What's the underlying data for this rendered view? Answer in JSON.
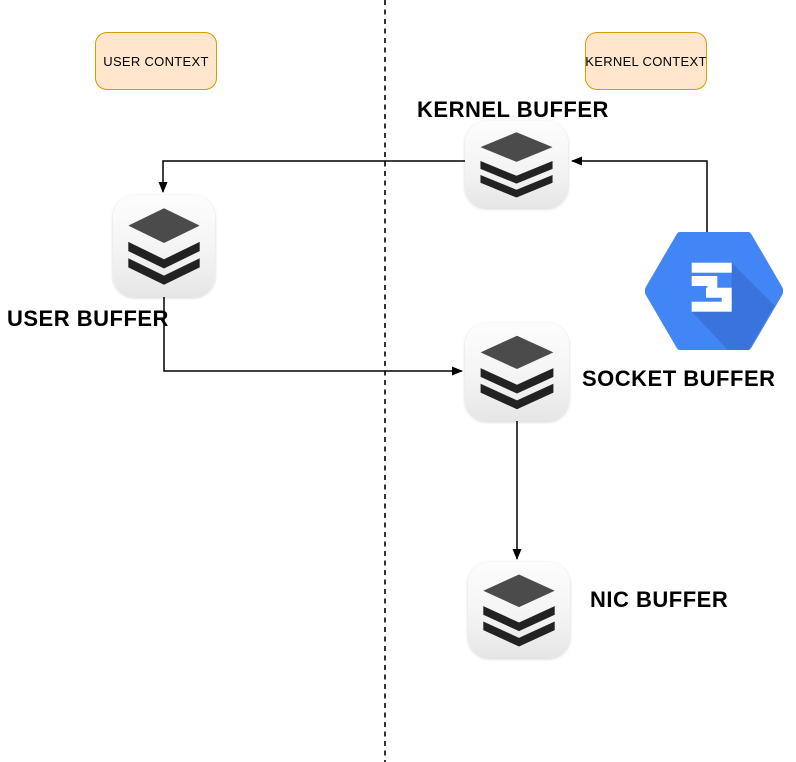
{
  "contexts": {
    "user": {
      "label": "USER CONTEXT"
    },
    "kernel": {
      "label": "KERNEL CONTEXT"
    }
  },
  "nodes": {
    "kernel_buffer": {
      "label": "KERNEL BUFFER",
      "icon": "layers"
    },
    "user_buffer": {
      "label": "USER BUFFER",
      "icon": "layers"
    },
    "socket_buffer": {
      "label": "SOCKET BUFFER",
      "icon": "layers"
    },
    "nic_buffer": {
      "label": "NIC BUFFER",
      "icon": "layers"
    },
    "cloud_service": {
      "icon": "hexagon-s-logo"
    }
  },
  "edges": [
    {
      "from": "cloud_service",
      "to": "kernel_buffer",
      "arrow": "left"
    },
    {
      "from": "kernel_buffer",
      "to": "user_buffer",
      "arrow": "down"
    },
    {
      "from": "user_buffer",
      "to": "socket_buffer",
      "arrow": "right"
    },
    {
      "from": "socket_buffer",
      "to": "nic_buffer",
      "arrow": "down"
    }
  ],
  "divider": {
    "style": "dashed",
    "orientation": "vertical"
  },
  "colors": {
    "context-fill": "#FFE6CC",
    "context-border": "#D79B00",
    "hex-blue": "#4285F4",
    "hex-shadow": "#3B73DD",
    "line-color": "#000000",
    "layer-top": "#4B4B4B",
    "layer-dark": "#222222"
  }
}
